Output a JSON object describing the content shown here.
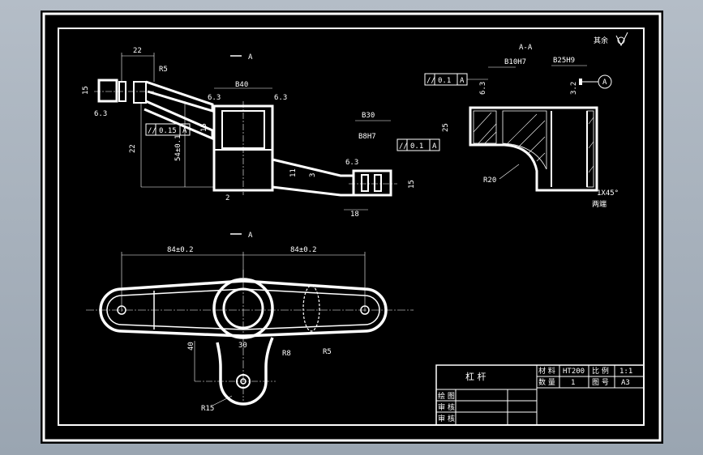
{
  "sheet": {
    "roughness_note": "其余",
    "section_label": "A-A",
    "arrow_label": "A",
    "datum_label": "A"
  },
  "front_view": {
    "dim_22": "22",
    "dim_r5_top": "R5",
    "dim_b40": "B40",
    "dim_b30": "B30",
    "dim_18": "18",
    "dim_b8h7": "B8H7",
    "dim_left_ra": "6.3",
    "dim_mid_ra": "6.3",
    "dim_top_ra": "6.3",
    "dim_right_ra": "6.3",
    "dim_side_15": "15",
    "dim_side_54": "54±0.1",
    "dim_side_22": "22",
    "dim_side_b8": "B8H7",
    "dim_side_15b": "15",
    "dim_side_3": "3",
    "dim_side_h": "11",
    "dim_right_15": "15",
    "dim_bottom_a2": "2",
    "tol_left_sym": "//",
    "tol_left_val": "0.15",
    "tol_left_ref": "A",
    "tol_right_sym": "//",
    "tol_right_val": "0.1",
    "tol_right_ref": "A"
  },
  "section_view": {
    "dim_b10h7": "B10H7",
    "dim_b25h9": "B25H9",
    "dim_25": "25",
    "dim_r20": "R20",
    "dim_chamfer": "1X45°",
    "dim_chamfer_note": "两端",
    "dim_ra_a": "6.3",
    "dim_ra_b": "3.2",
    "tol_sym": "//",
    "tol_val": "0.1",
    "tol_ref": "A"
  },
  "top_view": {
    "dim_left": "84±0.2",
    "dim_right": "84±0.2",
    "dim_30": "30",
    "dim_40": "40",
    "dim_r8": "R8",
    "dim_r5": "R5",
    "dim_r15": "R15"
  },
  "title_block": {
    "part_name": "杠    杆",
    "material_label": "材 料",
    "material_value": "HT200",
    "scale_label": "比 例",
    "scale_value": "1:1",
    "quantity_label": "数 量",
    "quantity_value": "1",
    "drawing_no_label": "图 号",
    "drawing_no_value": "A3",
    "drawn_by_label": "绘 图",
    "checked_by_label": "审 核",
    "approved_by_label": "审 核"
  }
}
